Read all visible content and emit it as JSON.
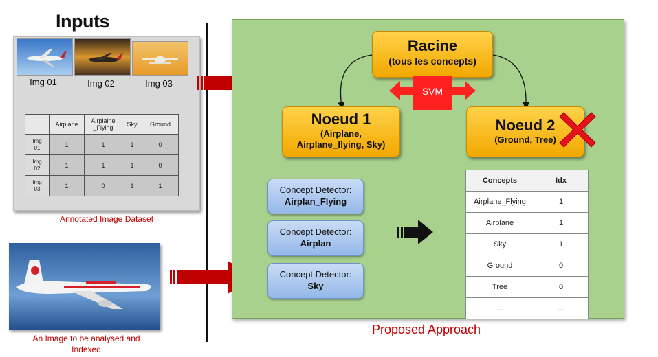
{
  "inputs_title": "Inputs",
  "images": [
    {
      "label": "Img 01"
    },
    {
      "label": "Img 02"
    },
    {
      "label": "Img 03"
    }
  ],
  "annotation_table": {
    "headers": [
      "",
      "Airplane",
      "Airplaine\n_Flying",
      "Sky",
      "Ground"
    ],
    "rows": [
      {
        "name": "Img\n01",
        "values": [
          "1",
          "1",
          "1",
          "0"
        ]
      },
      {
        "name": "Img\n02",
        "values": [
          "1",
          "1",
          "1",
          "0"
        ]
      },
      {
        "name": "Img\n03",
        "values": [
          "1",
          "0",
          "1",
          "1"
        ]
      }
    ]
  },
  "dataset_caption": "Annotated Image Dataset",
  "query_caption_line1": "An Image to be analysed and",
  "query_caption_line2": "Indexed",
  "root_node": {
    "title": "Racine",
    "subtitle": "(tous les concepts)"
  },
  "svm_label": "SVM",
  "node1": {
    "title": "Noeud 1",
    "line1": "(Airplane,",
    "line2": "Airplane_flying, Sky)"
  },
  "node2": {
    "title": "Noeud 2",
    "line1": "(Ground, Tree)"
  },
  "detectors": [
    {
      "line1": "Concept Detector:",
      "line2": "Airplan_Flying"
    },
    {
      "line1": "Concept Detector:",
      "line2": "Airplan"
    },
    {
      "line1": "Concept Detector:",
      "line2": "Sky"
    }
  ],
  "index_table": {
    "headers": [
      "Concepts",
      "Idx"
    ],
    "rows": [
      [
        "Airplane_Flying",
        "1"
      ],
      [
        "Airplane",
        "1"
      ],
      [
        "Sky",
        "1"
      ],
      [
        "Ground",
        "0"
      ],
      [
        "Tree",
        "0"
      ],
      [
        "...",
        "..."
      ]
    ]
  },
  "proposed_caption": "Proposed Approach",
  "colors": {
    "arrow_red": "#c00000",
    "node_gold": "#f5b800",
    "panel_green": "#a9d18e",
    "detector_blue": "#9dbfe9",
    "svm_red": "#ff2020"
  }
}
